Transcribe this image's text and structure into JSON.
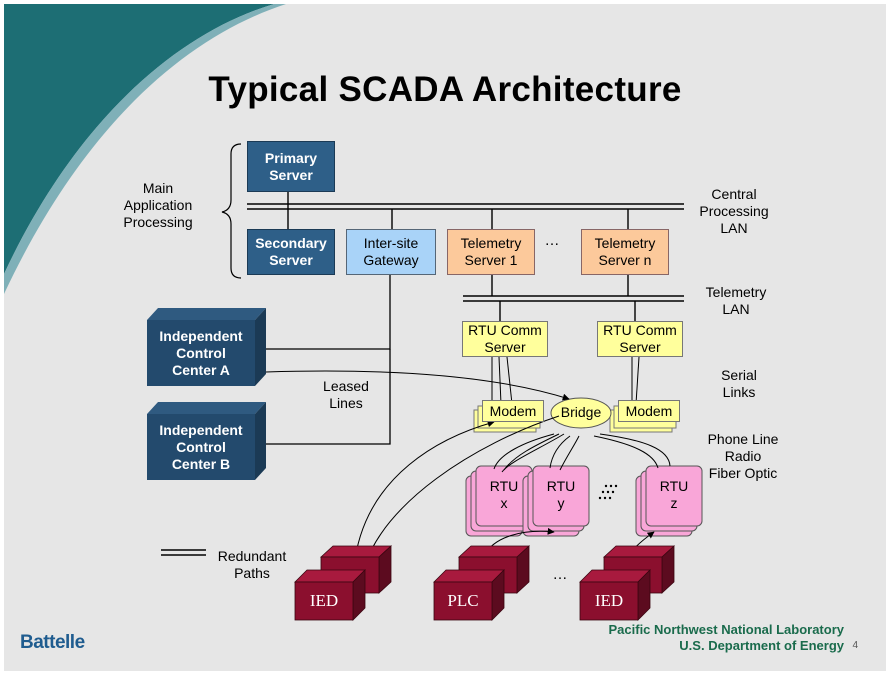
{
  "title": "Typical SCADA Architecture",
  "labels": {
    "main_app": [
      "Main",
      "Application",
      "Processing"
    ],
    "cp_lan": [
      "Central",
      "Processing",
      "LAN"
    ],
    "tele_lan": [
      "Telemetry",
      "LAN"
    ],
    "serial": [
      "Serial",
      "Links"
    ],
    "media": [
      "Phone Line",
      "Radio",
      "Fiber Optic"
    ],
    "leased": [
      "Leased",
      "Lines"
    ],
    "redundant": [
      "Redundant",
      "Paths"
    ],
    "dots1": "…",
    "dots2": "…"
  },
  "boxes": {
    "primary": [
      "Primary",
      "Server"
    ],
    "secondary": [
      "Secondary",
      "Server"
    ],
    "gateway": [
      "Inter-site",
      "Gateway"
    ],
    "tele1": [
      "Telemetry",
      "Server 1"
    ],
    "telen": [
      "Telemetry",
      "Server n"
    ],
    "rtucomm1": [
      "RTU Comm",
      "Server"
    ],
    "rtucomm2": [
      "RTU Comm",
      "Server"
    ],
    "modem1": "Modem",
    "modem2": "Modem",
    "bridge": "Bridge"
  },
  "control_centers": {
    "a": [
      "Independent",
      "Control",
      "Center A"
    ],
    "b": [
      "Independent",
      "Control",
      "Center B"
    ]
  },
  "rtus": {
    "x": [
      "RTU",
      "x"
    ],
    "y": [
      "RTU",
      "y"
    ],
    "z": [
      "RTU",
      "z"
    ]
  },
  "field_devices": {
    "ied1": "IED",
    "plc": "PLC",
    "ied2": "IED"
  },
  "footer": {
    "logo": "Battelle",
    "lab": "Pacific Northwest National Laboratory",
    "dept": "U.S. Department of Energy",
    "page": "4"
  },
  "colors": {
    "navy": "#2e5f88",
    "light_blue": "#a9d3f8",
    "orange": "#fcc99b",
    "yellow": "#ffff9c",
    "pink": "#f9a6d8",
    "maroon": "#8b0f2e",
    "teal": "#1d6e74"
  }
}
